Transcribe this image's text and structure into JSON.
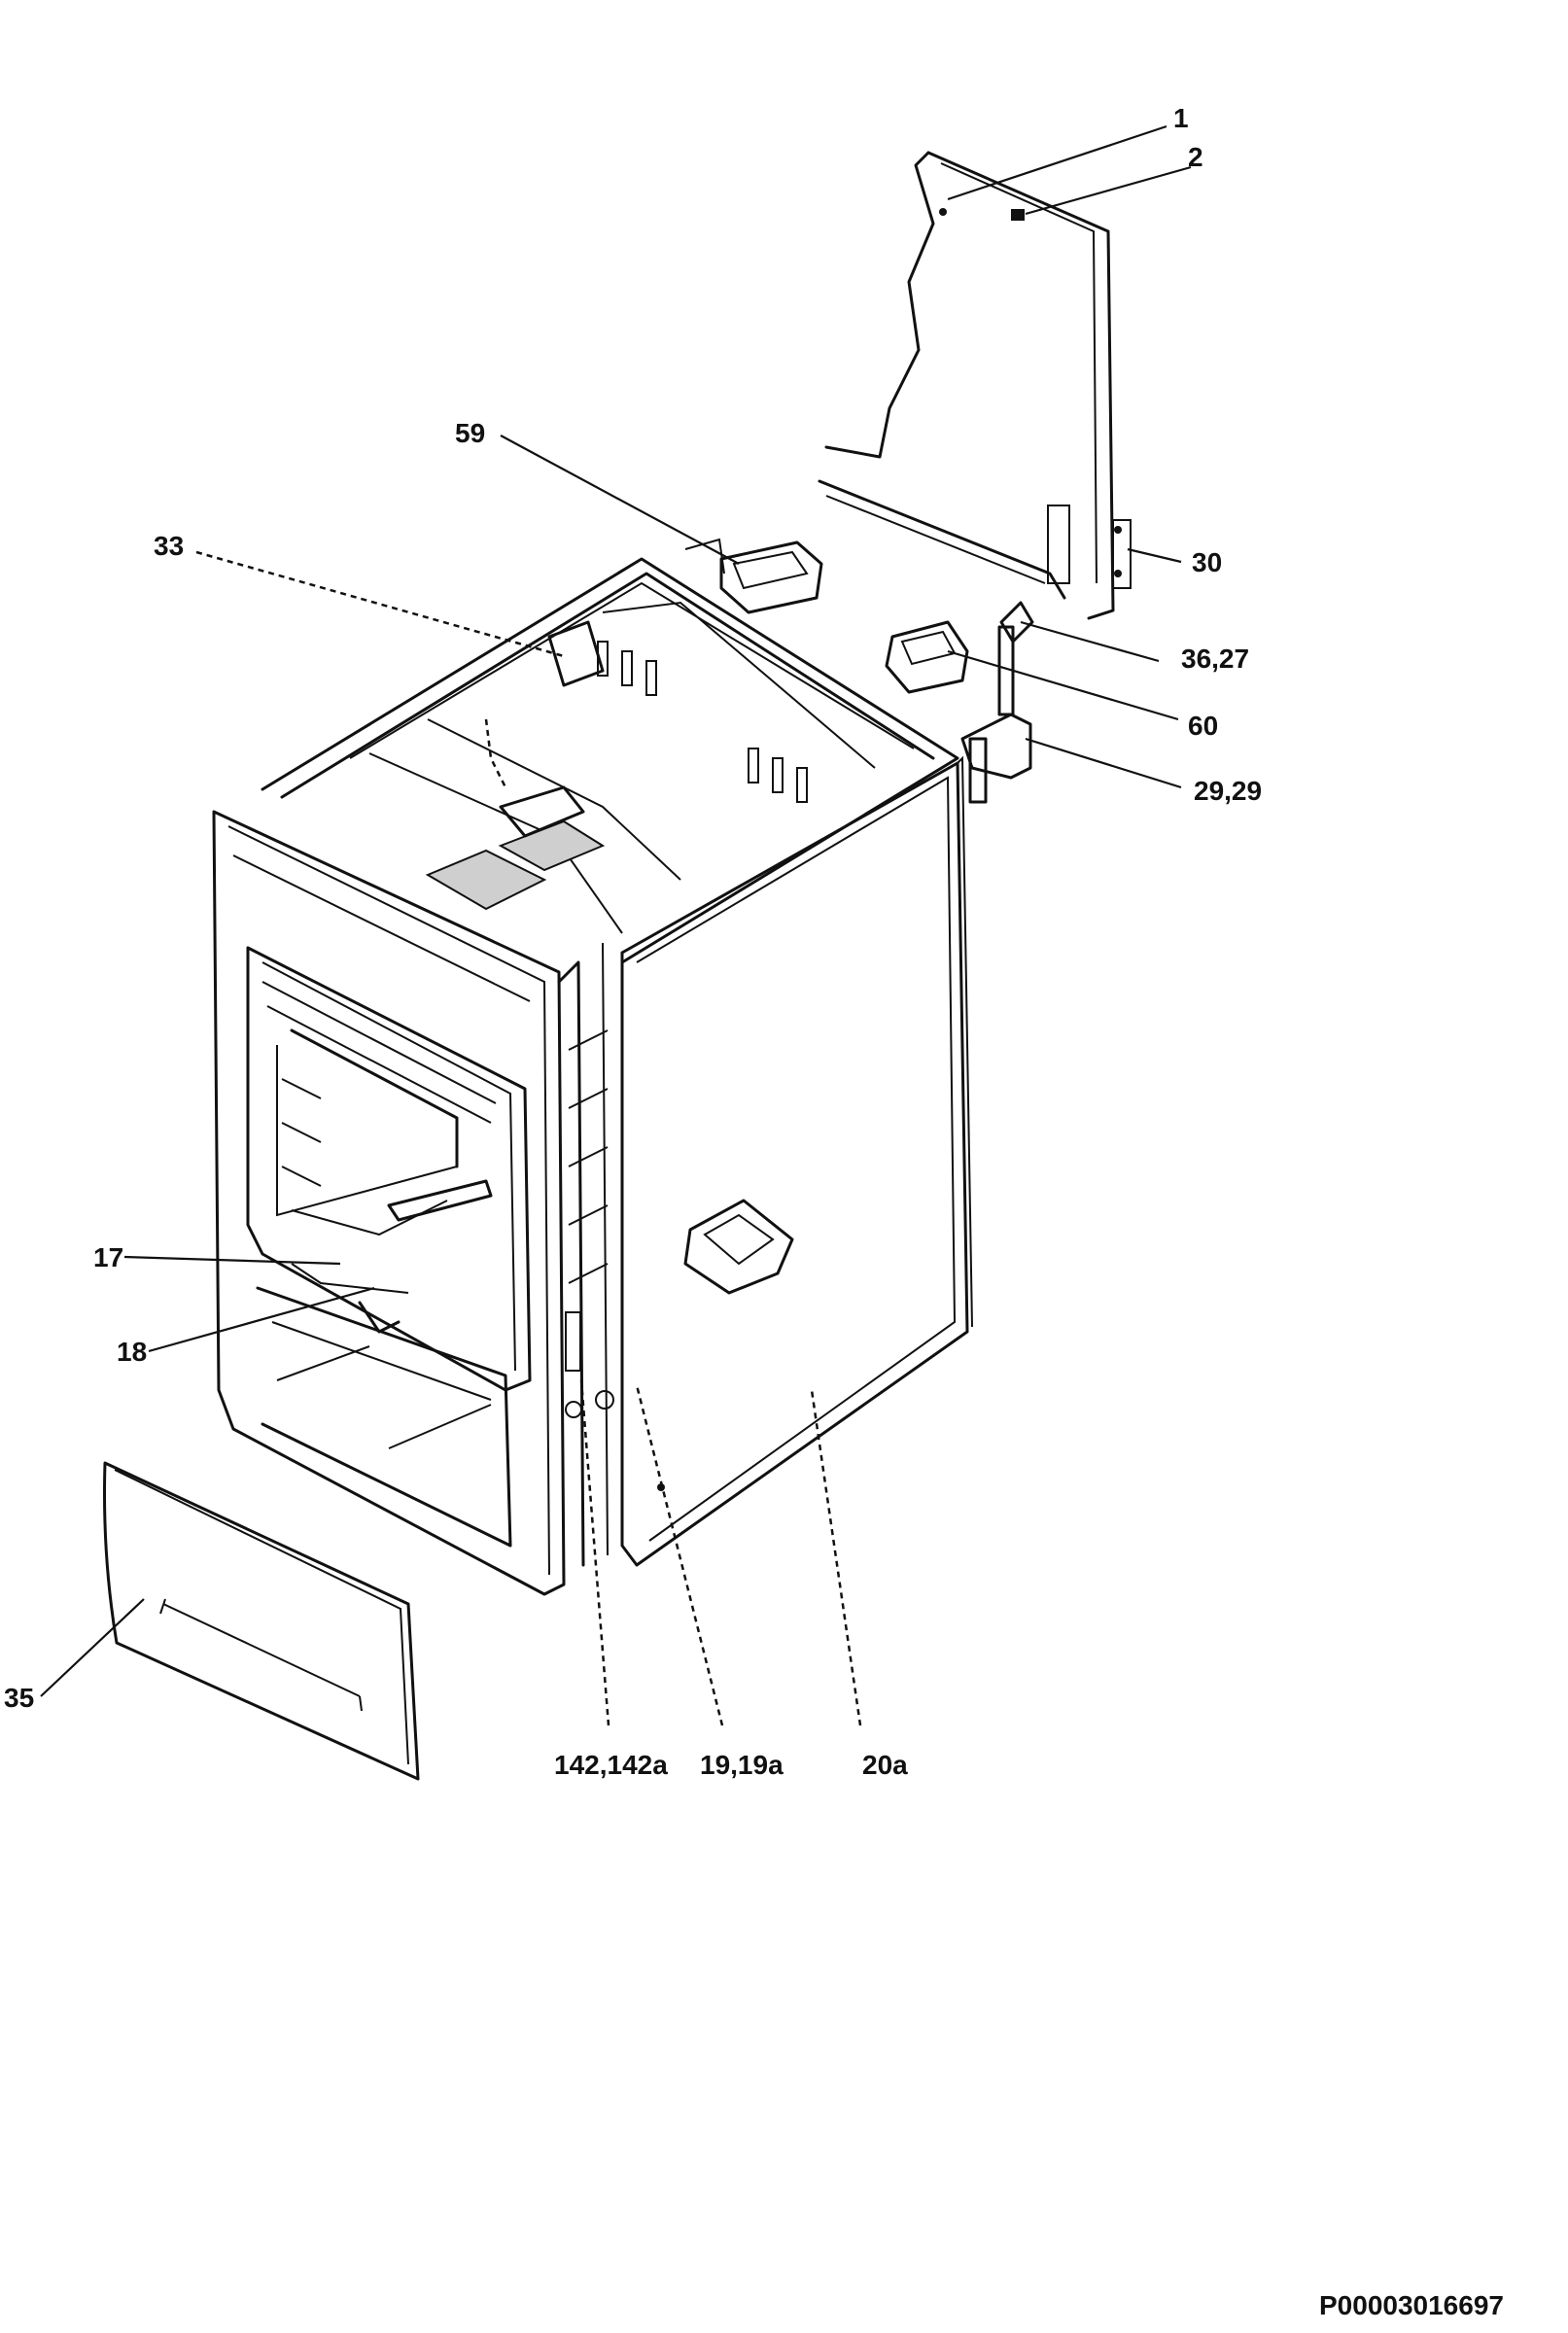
{
  "labels": {
    "l1": "1",
    "l2": "2",
    "l59": "59",
    "l33": "33",
    "l30": "30",
    "l36_27": "36,27",
    "l60": "60",
    "l29_29": "29,29",
    "l17": "17",
    "l18": "18",
    "l35": "35",
    "l142": "142,142a",
    "l19": "19,19a",
    "l20a": "20a"
  },
  "footer": {
    "code": "P00003016697"
  }
}
